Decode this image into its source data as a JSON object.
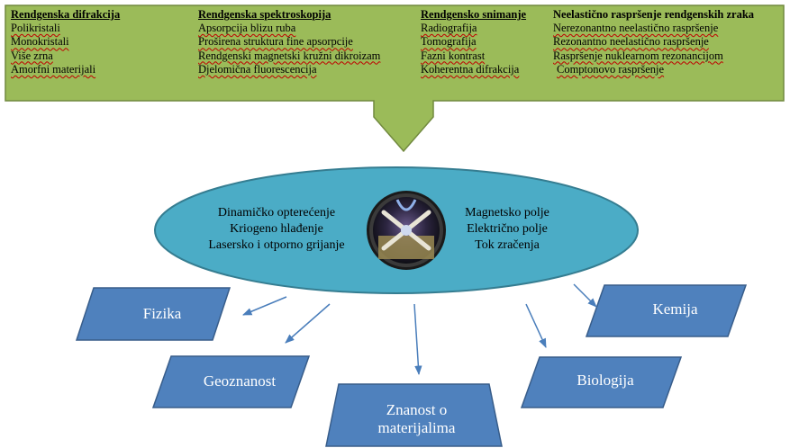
{
  "top_banner": {
    "columns": [
      {
        "heading": "Rendgenska difrakcija",
        "items": [
          "Polikristali",
          "Monokristali",
          "Više zrna",
          "Amorfni materijali"
        ]
      },
      {
        "heading": "Rendgenska spektroskopija",
        "items": [
          "Apsorpcija blizu ruba",
          "Proširena struktura fine apsorpcije",
          "Rendgenski magnetski kružni dikroizam",
          "Djelomična fluorescencija"
        ]
      },
      {
        "heading": "Rendgensko snimanje",
        "items": [
          "Radiografija",
          "Tomografija",
          "Fazni kontrast",
          "Koherentna difrakcija"
        ]
      },
      {
        "heading": "Neelastično raspršenje rendgenskih zraka",
        "items": [
          "Nerezonantno neelastično raspršenje",
          "Rezonantno neelastično raspršenje",
          "Raspršenje nuklearnom rezonancijom",
          "Comptonovo raspršenje"
        ]
      }
    ]
  },
  "sample_environment": {
    "left": [
      "Dinamičko opterećenje",
      "Kriogeno hlađenje",
      "Lasersko i otporno grijanje"
    ],
    "right": [
      "Magnetsko polje",
      "Električno polje",
      "Tok zračenja"
    ]
  },
  "fields": {
    "physics": "Fizika",
    "geoscience": "Geoznanost",
    "materials_line1": "Znanost o",
    "materials_line2": "materijalima",
    "biology": "Biologija",
    "chemistry": "Kemija"
  },
  "colors": {
    "banner_fill": "#9bbb59",
    "banner_stroke": "#71893f",
    "ellipse_fill": "#4bacc6",
    "ellipse_stroke": "#357d91",
    "box_fill": "#4f81bd",
    "box_stroke": "#385d8a",
    "arrow": "#4a7ebb"
  },
  "icons": [
    "sample-cell-icon"
  ]
}
